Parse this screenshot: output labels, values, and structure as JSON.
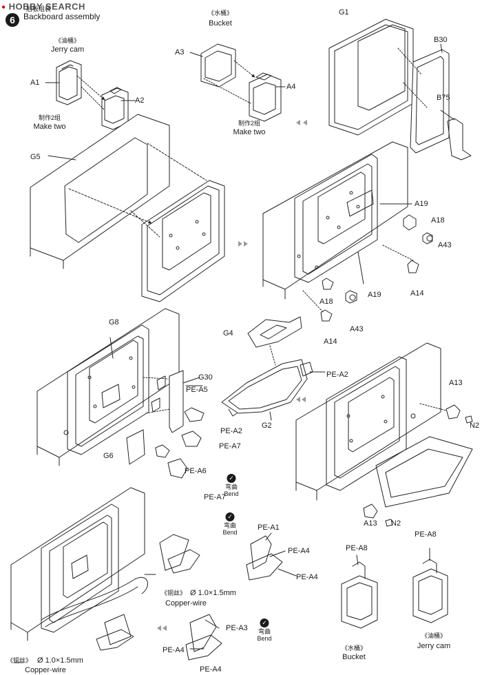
{
  "watermark": "HOBBY SEARCH",
  "step": {
    "number": "6",
    "title_cn": "后板组装",
    "title_en": "Backboard assembly"
  },
  "groups": {
    "jerry_can": {
      "cn": "《油桶》",
      "en": "Jerry cam"
    },
    "bucket": {
      "cn": "《水桶》",
      "en": "Bucket"
    },
    "make_two_a": {
      "cn": "制作2组",
      "en": "Make two"
    },
    "make_two_b": {
      "cn": "制作2组",
      "en": "Make two"
    },
    "bottom_bucket": {
      "cn": "《水桶》",
      "en": "Bucket"
    },
    "bottom_jerry": {
      "cn": "《油桶》",
      "en": "Jerry cam"
    }
  },
  "parts": {
    "a1": "A1",
    "a2": "A2",
    "a3": "A3",
    "a4": "A4",
    "g1": "G1",
    "b30": "B30",
    "b75": "B75",
    "g5": "G5",
    "a19_top": "A19",
    "a18_top": "A18",
    "a43_top": "A43",
    "a14_right": "A14",
    "a18_low": "A18",
    "a19_low": "A19",
    "a43_low": "A43",
    "a14_low": "A14",
    "g8": "G8",
    "g30": "G30",
    "pe_a5": "PE-A5",
    "pe_a7_top": "PE-A7",
    "g6": "G6",
    "pe_a6": "PE-A6",
    "pe_a7_low": "PE-A7",
    "g4": "G4",
    "pe_a2_right": "PE-A2",
    "pe_a2_left": "PE-A2",
    "g2": "G2",
    "a13_top": "A13",
    "n2_top": "N2",
    "a13_low": "A13",
    "n2_low": "N2",
    "pe_a1": "PE-A1",
    "pe_a4_a": "PE-A4",
    "pe_a4_b": "PE-A4",
    "pe_a8_left": "PE-A8",
    "pe_a8_right": "PE-A8",
    "pe_a3": "PE-A3",
    "pe_a4_c": "PE-A4",
    "pe_a4_d": "PE-A4"
  },
  "bend_notes": [
    {
      "cn": "弯曲",
      "en": "Bend"
    },
    {
      "cn": "弯曲",
      "en": "Bend"
    },
    {
      "cn": "弯曲",
      "en": "Bend"
    }
  ],
  "wire_notes": [
    {
      "cn": "《铜丝》",
      "dim": "Ø 1.0×1.5mm",
      "en": "Copper-wire"
    },
    {
      "cn": "《铜丝》",
      "dim": "Ø 1.0×1.5mm",
      "en": "Copper-wire"
    }
  ]
}
